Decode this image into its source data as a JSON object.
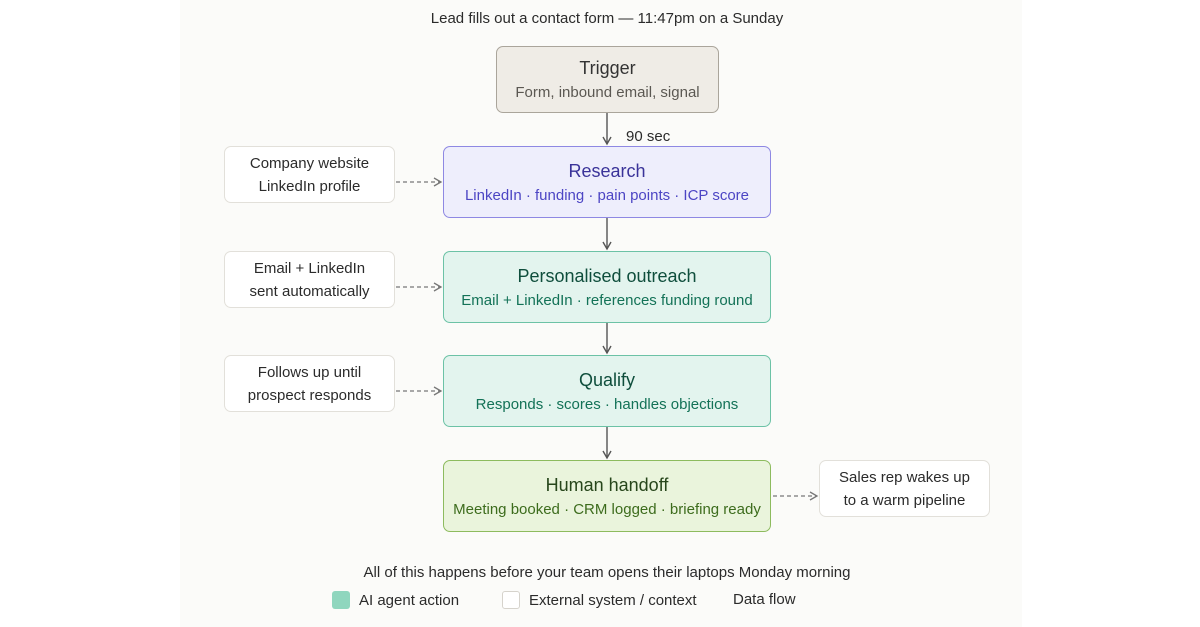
{
  "header": {
    "caption": "Lead fills out a contact form — 11:47pm on a Sunday"
  },
  "nodes": {
    "trigger": {
      "title": "Trigger",
      "subtitle": "Form, inbound email, signal"
    },
    "research": {
      "title": "Research",
      "subtitle": "LinkedIn · funding · pain points · ICP score"
    },
    "outreach": {
      "title": "Personalised outreach",
      "subtitle": "Email + LinkedIn · references funding round"
    },
    "qualify": {
      "title": "Qualify",
      "subtitle": "Responds · scores · handles objections"
    },
    "handoff": {
      "title": "Human handoff",
      "subtitle": "Meeting booked · CRM logged · briefing ready"
    }
  },
  "edge_labels": {
    "trigger_to_research": "90 sec"
  },
  "side_notes": {
    "research": [
      "Company website",
      "LinkedIn profile"
    ],
    "outreach": [
      "Email + LinkedIn",
      "sent automatically"
    ],
    "qualify": [
      "Follows up until",
      "prospect responds"
    ],
    "handoff": [
      "Sales rep wakes up",
      "to a warm pipeline"
    ]
  },
  "footer": {
    "caption": "All of this happens before your team opens their laptops Monday morning"
  },
  "legend": {
    "agent_action": "AI agent action",
    "external": "External system / context",
    "data_flow": "Data flow"
  },
  "colors": {
    "trigger": "#efece6",
    "research": "#eeeefc",
    "agent": "#e3f4ee",
    "handoff": "#eaf4dc",
    "legend_agent": "#8fd6be"
  }
}
